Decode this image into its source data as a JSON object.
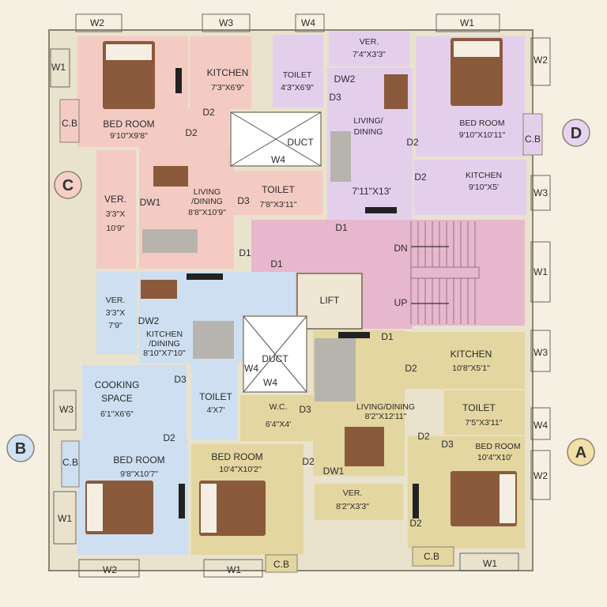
{
  "colors": {
    "background": "#f5f0e1",
    "wall": "#e9e2cc",
    "wall_edge": "#8c8370",
    "unit_A": "#e3d6a0",
    "unit_B": "#cddff1",
    "unit_C": "#f4cbc3",
    "unit_D": "#e3cfec",
    "common": "#e7b8cd",
    "lift": "#f0e6d4",
    "duct": "#ffffff",
    "furniture_brown": "#8b5a3c",
    "furniture_grey": "#b7b4ae",
    "unit_badge": "#f7e8c9"
  },
  "units": {
    "A": {
      "badge": "A",
      "badge_color": "#f3dfa8"
    },
    "B": {
      "badge": "B",
      "badge_color": "#cfe1f4"
    },
    "C": {
      "badge": "C",
      "badge_color": "#f6d0c8"
    },
    "D": {
      "badge": "D",
      "badge_color": "#e7d3f0"
    }
  },
  "rooms": {
    "c_bedroom": {
      "name": "BED ROOM",
      "dim": "9'10\"X9'8\""
    },
    "c_kitchen": {
      "name": "KITCHEN",
      "dim": "7'3\"X6'9\""
    },
    "c_toilet_small": {
      "name": "TOILET",
      "dim": "4'3\"X6'9\""
    },
    "c_ver": {
      "name": "VER.",
      "dim1": "3'3\"X",
      "dim2": "10'9\""
    },
    "c_living": {
      "name1": "LIVING",
      "name2": "/DINING",
      "dim": "8'8\"X10'9\""
    },
    "c_toilet": {
      "name": "TOILET",
      "dim": "7'8\"X3'11\""
    },
    "duct_top": {
      "name": "DUCT"
    },
    "duct_mid": {
      "name": "DUCT"
    },
    "d_ver": {
      "name": "VER.",
      "dim": "7'4\"X3'3\""
    },
    "d_bedroom": {
      "name": "BED ROOM",
      "dim": "9'10\"X10'11\""
    },
    "d_living": {
      "name1": "LIVING/",
      "name2": "DINING",
      "dim": "7'11\"X13'"
    },
    "d_kitchen": {
      "name": "KITCHEN",
      "dim": "9'10\"X5'"
    },
    "lift": {
      "name": "LIFT"
    },
    "stair": {
      "dn": "DN",
      "up": "UP"
    },
    "b_ver": {
      "name": "VER.",
      "dim1": "3'3\"X",
      "dim2": "7'9\""
    },
    "b_kitchen": {
      "name1": "KITCHEN",
      "name2": "/DINING",
      "dim": "8'10\"X7'10\""
    },
    "b_cooking": {
      "name1": "COOKING",
      "name2": "SPACE",
      "dim": "6'1\"X6'6\""
    },
    "b_toilet": {
      "name": "TOILET",
      "dim": "4'X7'"
    },
    "b_bedroom": {
      "name": "BED ROOM",
      "dim": "9'8\"X10'7\""
    },
    "a_kitchen": {
      "name": "KITCHEN",
      "dim": "10'8\"X5'1\""
    },
    "a_wc": {
      "name": "W.C.",
      "dim": "6'4\"X4'"
    },
    "a_living": {
      "name": "LIVING/DINING",
      "dim": "8'2\"X12'11\""
    },
    "a_toilet": {
      "name": "TOILET",
      "dim": "7'5\"X3'11\""
    },
    "a_bedroom_right": {
      "name": "BED ROOM",
      "dim": "10'4\"X10'"
    },
    "a_bedroom_left": {
      "name": "BED ROOM",
      "dim": "10'4\"X10'2\""
    },
    "a_ver": {
      "name": "VER.",
      "dim": "8'2\"X3'3\""
    }
  },
  "labels": {
    "cb": "C.B",
    "d1": "D1",
    "d2": "D2",
    "d3": "D3",
    "dw1": "DW1",
    "dw2": "DW2",
    "w1": "W1",
    "w2": "W2",
    "w3": "W3",
    "w4": "W4"
  }
}
